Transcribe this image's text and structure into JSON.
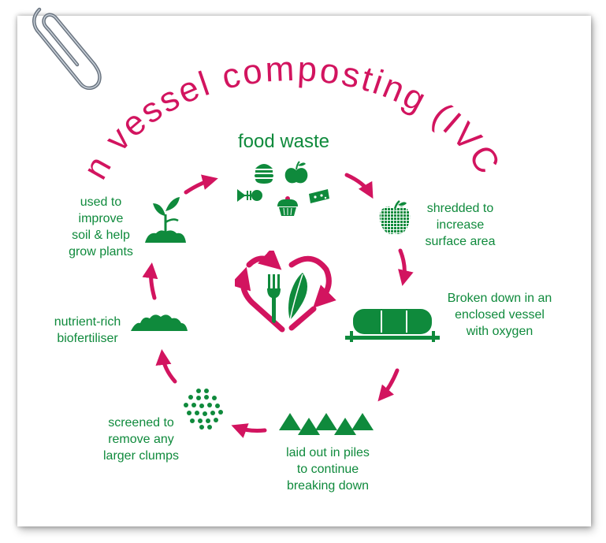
{
  "title": "in vessel composting (IVC)",
  "colors": {
    "green": "#0f8a3c",
    "magenta": "#d2145f",
    "paper": "#ffffff"
  },
  "center_icon": "heart-with-fork-and-leaf-icon",
  "steps": {
    "food_waste": {
      "label": "food waste",
      "icons": [
        "burger-icon",
        "apple-icon",
        "fish-bone-icon",
        "cupcake-icon",
        "cheese-icon"
      ]
    },
    "shredded": {
      "lines": [
        "shredded to",
        "increase",
        "surface area"
      ],
      "icon": "shredded-apple-icon"
    },
    "vessel": {
      "lines": [
        "Broken down in an",
        "enclosed vessel",
        "with oxygen"
      ],
      "icon": "vessel-icon"
    },
    "piles": {
      "lines": [
        "laid out in piles",
        "to continue",
        "breaking down"
      ],
      "icon": "piles-icon"
    },
    "screened": {
      "lines": [
        "screened to",
        "remove any",
        "larger clumps"
      ],
      "icon": "dots-icon"
    },
    "biofertiliser": {
      "lines": [
        "nutrient-rich",
        "biofertiliser"
      ],
      "icon": "soil-mound-icon"
    },
    "plants": {
      "lines": [
        "used to",
        "improve",
        "soil & help",
        "grow plants"
      ],
      "icon": "seedling-icon"
    }
  }
}
